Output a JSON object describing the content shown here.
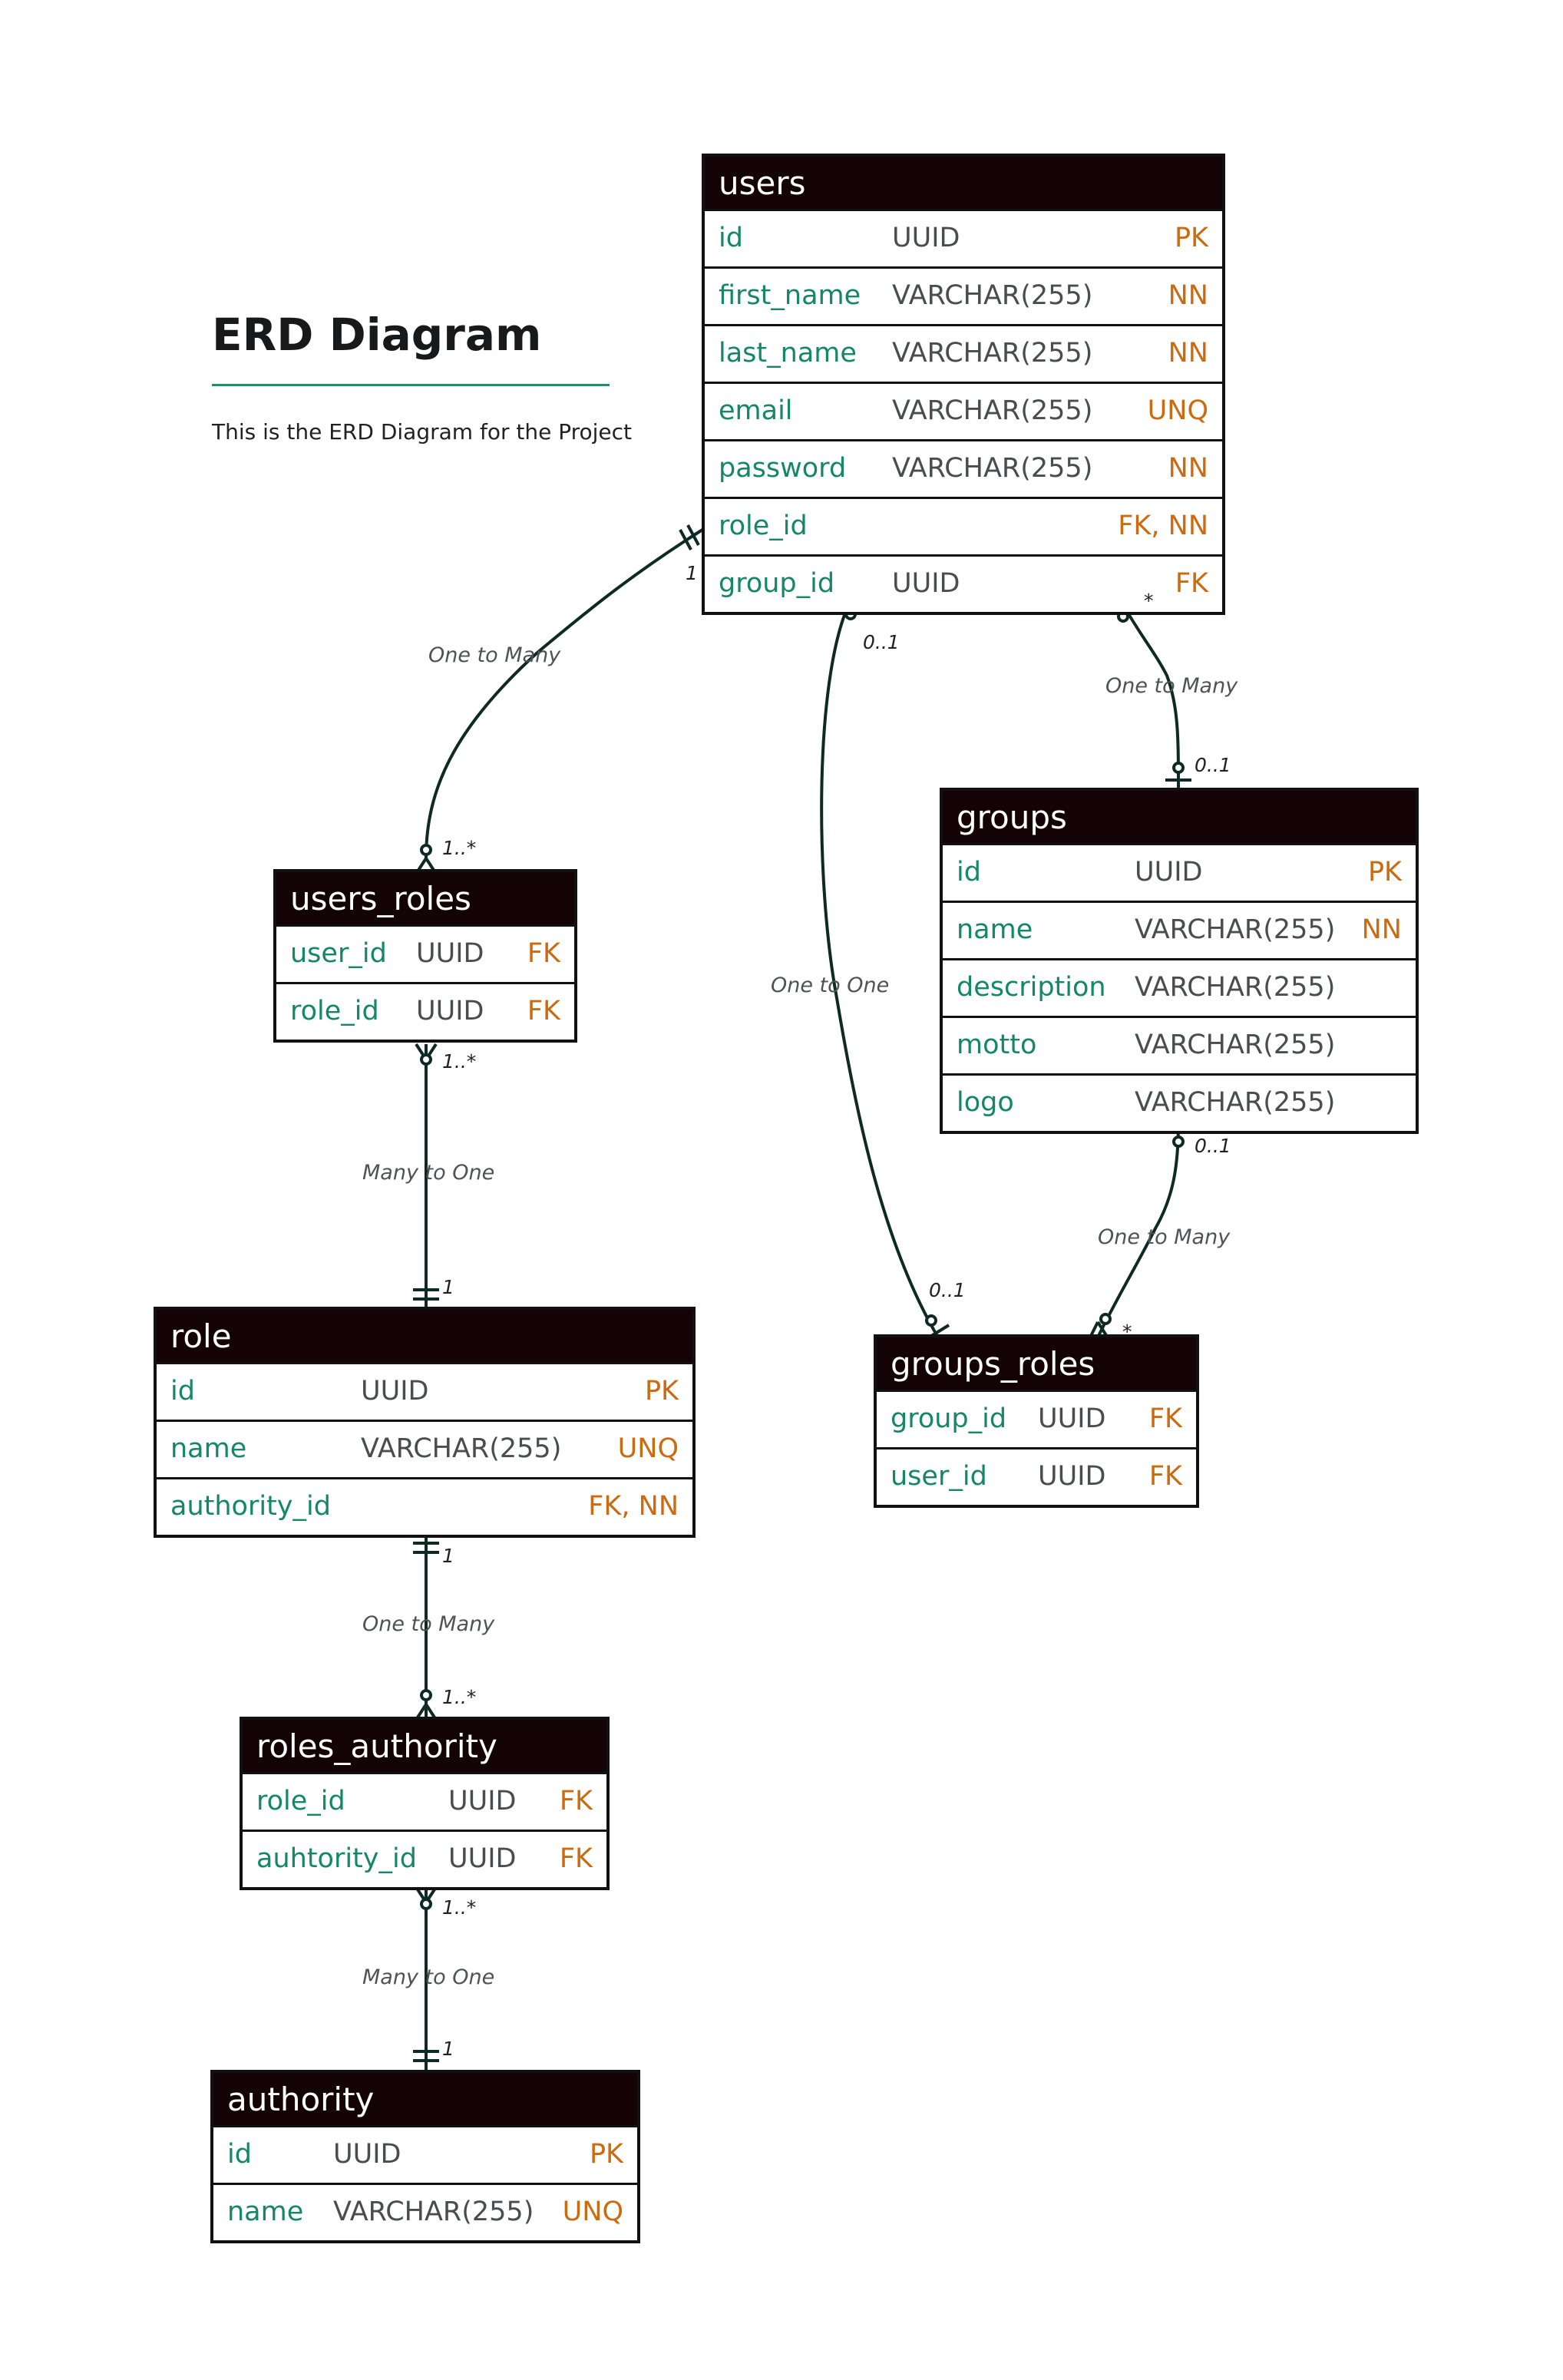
{
  "header": {
    "title": "ERD Diagram",
    "subtitle": "This is the ERD Diagram for the Project"
  },
  "entities": {
    "users": {
      "name": "users",
      "columns": [
        {
          "name": "id",
          "type": "UUID",
          "key": "PK"
        },
        {
          "name": "first_name",
          "type": "VARCHAR(255)",
          "key": "NN"
        },
        {
          "name": "last_name",
          "type": "VARCHAR(255)",
          "key": "NN"
        },
        {
          "name": "email",
          "type": "VARCHAR(255)",
          "key": "UNQ"
        },
        {
          "name": "password",
          "type": "VARCHAR(255)",
          "key": "NN"
        },
        {
          "name": "role_id",
          "type": "",
          "key": "FK, NN"
        },
        {
          "name": "group_id",
          "type": "UUID",
          "key": "FK"
        }
      ]
    },
    "users_roles": {
      "name": "users_roles",
      "columns": [
        {
          "name": "user_id",
          "type": "UUID",
          "key": "FK"
        },
        {
          "name": "role_id",
          "type": "UUID",
          "key": "FK"
        }
      ]
    },
    "role": {
      "name": "role",
      "columns": [
        {
          "name": "id",
          "type": "UUID",
          "key": "PK"
        },
        {
          "name": "name",
          "type": "VARCHAR(255)",
          "key": "UNQ"
        },
        {
          "name": "authority_id",
          "type": "",
          "key": "FK, NN"
        }
      ]
    },
    "roles_authority": {
      "name": "roles_authority",
      "columns": [
        {
          "name": "role_id",
          "type": "UUID",
          "key": "FK"
        },
        {
          "name": "auhtority_id",
          "type": "UUID",
          "key": "FK"
        }
      ]
    },
    "authority": {
      "name": "authority",
      "columns": [
        {
          "name": "id",
          "type": "UUID",
          "key": "PK"
        },
        {
          "name": "name",
          "type": "VARCHAR(255)",
          "key": "UNQ"
        }
      ]
    },
    "groups": {
      "name": "groups",
      "columns": [
        {
          "name": "id",
          "type": "UUID",
          "key": "PK"
        },
        {
          "name": "name",
          "type": "VARCHAR(255)",
          "key": "NN"
        },
        {
          "name": "description",
          "type": "VARCHAR(255)",
          "key": ""
        },
        {
          "name": "motto",
          "type": "VARCHAR(255)",
          "key": ""
        },
        {
          "name": "logo",
          "type": "VARCHAR(255)",
          "key": ""
        }
      ]
    },
    "groups_roles": {
      "name": "groups_roles",
      "columns": [
        {
          "name": "group_id",
          "type": "UUID",
          "key": "FK"
        },
        {
          "name": "user_id",
          "type": "UUID",
          "key": "FK"
        }
      ]
    }
  },
  "relationships": [
    {
      "label": "One to Many",
      "from_card": "1",
      "to_card": "1..*"
    },
    {
      "label": "Many to One",
      "from_card": "1..*",
      "to_card": "1"
    },
    {
      "label": "One to Many",
      "from_card": "1",
      "to_card": "1..*"
    },
    {
      "label": "Many to One",
      "from_card": "1..*",
      "to_card": "1"
    },
    {
      "label": "One to Many",
      "from_card": "*",
      "to_card": "0..1"
    },
    {
      "label": "One to One",
      "from_card": "0..1",
      "to_card": "0..1"
    },
    {
      "label": "One to Many",
      "from_card": "0..1",
      "to_card": "*"
    }
  ],
  "colors": {
    "header_bg": "#140306",
    "column_name": "#138766",
    "column_type": "#4a4d50",
    "column_key": "#cc6a10",
    "line": "#0e2a22"
  }
}
